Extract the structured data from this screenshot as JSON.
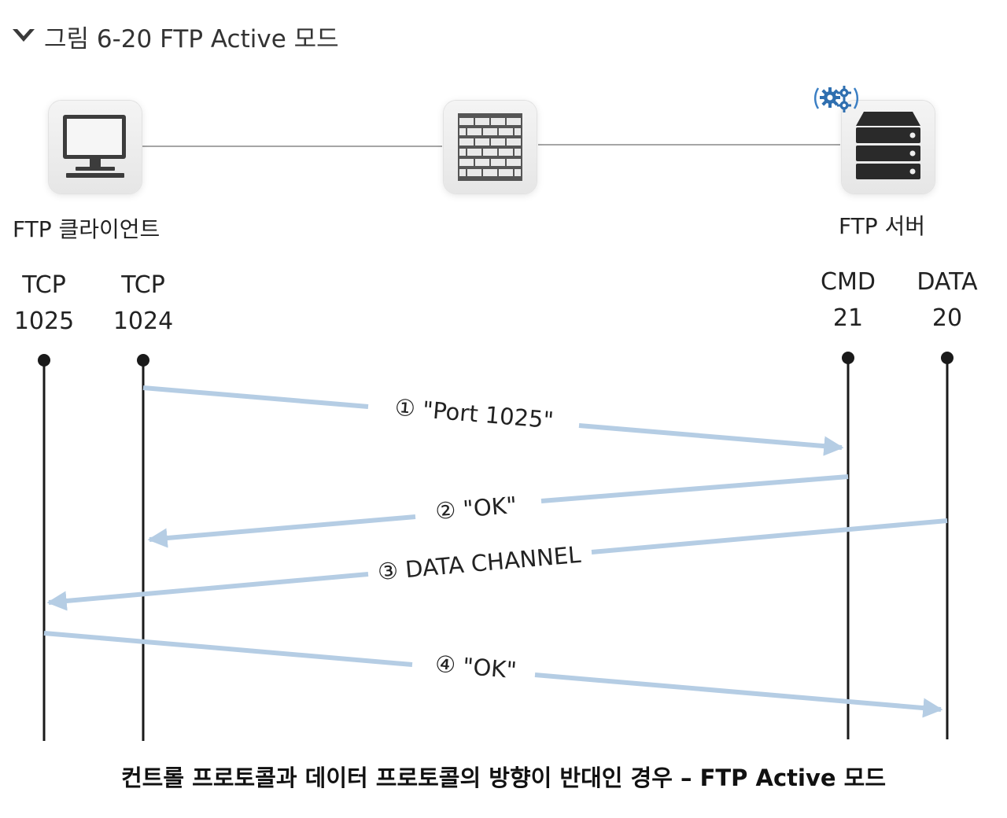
{
  "figure": {
    "title": "그림 6-20  FTP Active 모드",
    "chevron_icon": "chevron-down-icon",
    "chevron_color": "#3a3a3a"
  },
  "nodes": {
    "client": {
      "label": "FTP 클라이언트",
      "icon": "monitor-icon"
    },
    "firewall": {
      "icon": "firewall-icon"
    },
    "server": {
      "label": "FTP 서버",
      "icon": "server-icon",
      "badge_icon": "gears-icon"
    }
  },
  "ports": {
    "client_data": {
      "proto": "TCP",
      "number": "1025"
    },
    "client_cmd": {
      "proto": "TCP",
      "number": "1024"
    },
    "server_cmd": {
      "proto": "CMD",
      "number": "21"
    },
    "server_data": {
      "proto": "DATA",
      "number": "20"
    }
  },
  "messages": [
    {
      "label": "① \"Port 1025\"",
      "from": "client_cmd",
      "to": "server_cmd"
    },
    {
      "label": "② \"OK\"",
      "from": "server_cmd",
      "to": "client_cmd"
    },
    {
      "label": "③ DATA CHANNEL",
      "from": "server_data",
      "to": "client_data"
    },
    {
      "label": "④ \"OK\"",
      "from": "client_data",
      "to": "server_data"
    }
  ],
  "caption": "컨트롤 프로토콜과 데이터 프로토콜의 방향이 반대인 경우  –  FTP Active 모드",
  "colors": {
    "arrow": "#b5cde4",
    "lifeline": "#1a1a1a",
    "connector": "#888888"
  }
}
